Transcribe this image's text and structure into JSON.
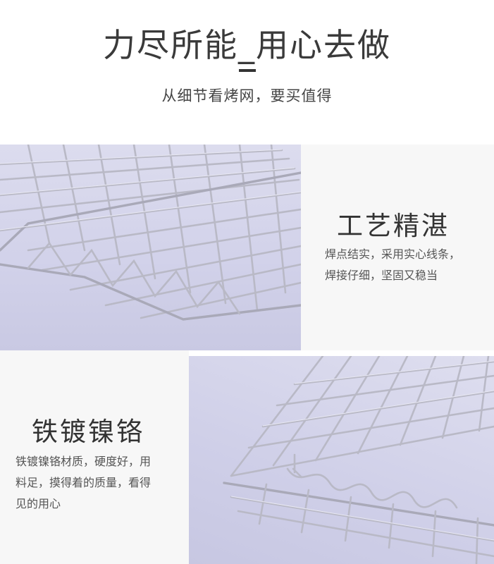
{
  "header": {
    "title": "力尽所能_用心去做",
    "subtitle": "从细节看烤网，要买值得"
  },
  "features": [
    {
      "title": "工艺精湛",
      "desc_line1": "焊点结实，采用实心线条，",
      "desc_line2": "焊接仔细，坚固又稳当"
    },
    {
      "title": "铁镀镍铬",
      "desc_line1": "铁镀镍铬材质，硬度好，用",
      "desc_line2": "料足，摸得着的质量，看得",
      "desc_line3": "见的用心"
    }
  ],
  "colors": {
    "photo_background": "#d3d3ea",
    "wire": "#c4c4cc",
    "panel_background": "#f7f7f7",
    "text": "#333333"
  }
}
